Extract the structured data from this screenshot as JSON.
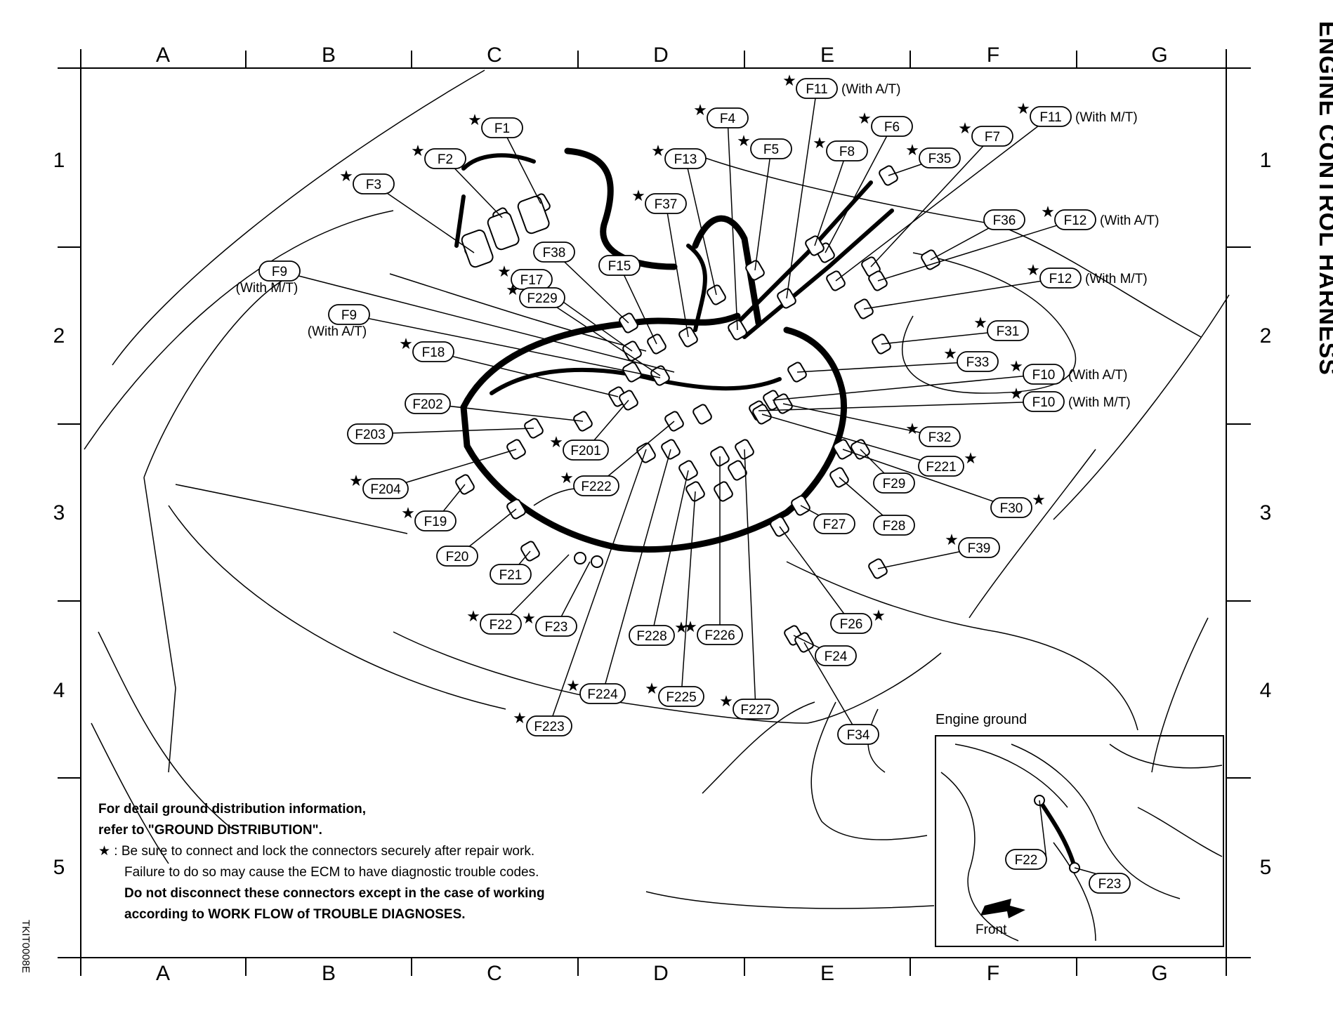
{
  "side_title": "ENGINE CONTROL HARNESS",
  "image_code": "TKIT0008E",
  "grid": {
    "columns": [
      "A",
      "B",
      "C",
      "D",
      "E",
      "F",
      "G"
    ],
    "rows": [
      "1",
      "2",
      "3",
      "4",
      "5"
    ]
  },
  "connectors": [
    {
      "id": "F1",
      "label": "F1",
      "star": true
    },
    {
      "id": "F2",
      "label": "F2",
      "star": true
    },
    {
      "id": "F3",
      "label": "F3",
      "star": true
    },
    {
      "id": "F4",
      "label": "F4",
      "star": true
    },
    {
      "id": "F5",
      "label": "F5",
      "star": true
    },
    {
      "id": "F6",
      "label": "F6",
      "star": true
    },
    {
      "id": "F7",
      "label": "F7",
      "star": true
    },
    {
      "id": "F8",
      "label": "F8",
      "star": true
    },
    {
      "id": "F9mt",
      "label": "F9",
      "variant": "(With M/T)",
      "star": false
    },
    {
      "id": "F9at",
      "label": "F9",
      "variant": "(With A/T)",
      "star": false
    },
    {
      "id": "F10at",
      "label": "F10",
      "variant": "(With A/T)",
      "star": true
    },
    {
      "id": "F10mt",
      "label": "F10",
      "variant": "(With M/T)",
      "star": true
    },
    {
      "id": "F11at",
      "label": "F11",
      "variant": "(With A/T)",
      "star": true
    },
    {
      "id": "F11mt",
      "label": "F11",
      "variant": "(With M/T)",
      "star": true
    },
    {
      "id": "F12at",
      "label": "F12",
      "variant": "(With A/T)",
      "star": true
    },
    {
      "id": "F12mt",
      "label": "F12",
      "variant": "(With M/T)",
      "star": true
    },
    {
      "id": "F13",
      "label": "F13",
      "star": true
    },
    {
      "id": "F15",
      "label": "F15",
      "star": false
    },
    {
      "id": "F17",
      "label": "F17",
      "star": true
    },
    {
      "id": "F18",
      "label": "F18",
      "star": true
    },
    {
      "id": "F19",
      "label": "F19",
      "star": true
    },
    {
      "id": "F20",
      "label": "F20",
      "star": false
    },
    {
      "id": "F21",
      "label": "F21",
      "star": false
    },
    {
      "id": "F22",
      "label": "F22",
      "star": true
    },
    {
      "id": "F23",
      "label": "F23",
      "star": true
    },
    {
      "id": "F24",
      "label": "F24",
      "star": false
    },
    {
      "id": "F26",
      "label": "F26",
      "star": true
    },
    {
      "id": "F27",
      "label": "F27",
      "star": false
    },
    {
      "id": "F28",
      "label": "F28",
      "star": false
    },
    {
      "id": "F29",
      "label": "F29",
      "star": false
    },
    {
      "id": "F30",
      "label": "F30",
      "star": true
    },
    {
      "id": "F31",
      "label": "F31",
      "star": true
    },
    {
      "id": "F32",
      "label": "F32",
      "star": true
    },
    {
      "id": "F33",
      "label": "F33",
      "star": true
    },
    {
      "id": "F34",
      "label": "F34",
      "star": false
    },
    {
      "id": "F35",
      "label": "F35",
      "star": true
    },
    {
      "id": "F36",
      "label": "F36",
      "star": false
    },
    {
      "id": "F37",
      "label": "F37",
      "star": true
    },
    {
      "id": "F38",
      "label": "F38",
      "star": false
    },
    {
      "id": "F39",
      "label": "F39",
      "star": true
    },
    {
      "id": "F201",
      "label": "F201",
      "star": true
    },
    {
      "id": "F202",
      "label": "F202",
      "star": false
    },
    {
      "id": "F203",
      "label": "F203",
      "star": false
    },
    {
      "id": "F204",
      "label": "F204",
      "star": true
    },
    {
      "id": "F221",
      "label": "F221",
      "star": true
    },
    {
      "id": "F222",
      "label": "F222",
      "star": true
    },
    {
      "id": "F223",
      "label": "F223",
      "star": true
    },
    {
      "id": "F224",
      "label": "F224",
      "star": true
    },
    {
      "id": "F225",
      "label": "F225",
      "star": true
    },
    {
      "id": "F226",
      "label": "F226",
      "star": true
    },
    {
      "id": "F227",
      "label": "F227",
      "star": true
    },
    {
      "id": "F228",
      "label": "F228",
      "star": true
    },
    {
      "id": "F229",
      "label": "F229",
      "star": true
    }
  ],
  "inset": {
    "title": "Engine ground",
    "labels": [
      "F22",
      "F23"
    ],
    "front_label": "Front"
  },
  "notes": {
    "line1": "For detail ground distribution information,",
    "line2": "refer to \"GROUND DISTRIBUTION\".",
    "star_line1": "★ : Be sure to connect and lock the connectors securely after repair work.",
    "star_line2": "Failure to do so may cause the ECM to have diagnostic trouble codes.",
    "star_line3": "Do not disconnect these connectors except in the case of working",
    "star_line4": "according to WORK FLOW of TROUBLE DIAGNOSES."
  }
}
